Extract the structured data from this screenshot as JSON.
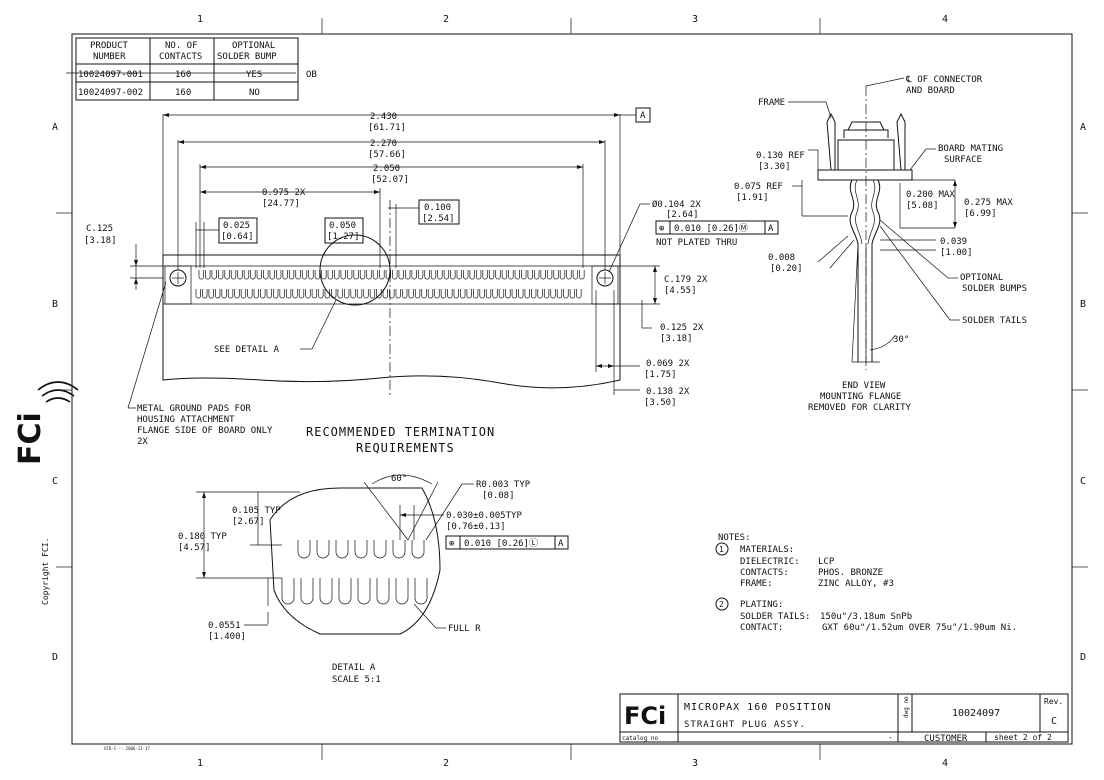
{
  "grid": {
    "columns": [
      "1",
      "2",
      "3",
      "4"
    ],
    "rows": [
      "A",
      "B",
      "C",
      "D"
    ]
  },
  "product_table": {
    "headers": [
      [
        "PRODUCT",
        "NUMBER"
      ],
      [
        "NO. OF",
        "CONTACTS"
      ],
      [
        "OPTIONAL",
        "SOLDER BUMP"
      ]
    ],
    "rows": [
      [
        "10024097-001",
        "160",
        "YES"
      ],
      [
        "10024097-002",
        "160",
        "NO"
      ]
    ],
    "revision_mark": "OB"
  },
  "datum_a": "A",
  "dimensions": {
    "overall": [
      "2.430",
      "[61.71]"
    ],
    "d2270": [
      "2.270",
      "[57.66]"
    ],
    "d2050": [
      "2.050",
      "[52.07]"
    ],
    "d0975": [
      "0.975 2X",
      "[24.77]"
    ],
    "d0025": [
      "0.025",
      "[0.64]"
    ],
    "d0050": [
      "0.050",
      "[1.27]"
    ],
    "d0100": [
      "0.100",
      "[2.54]"
    ],
    "d0125c": [
      "C.125",
      "[3.18]"
    ],
    "hole": [
      "Ø0.104 2X",
      "[2.64]"
    ],
    "hole_tol": [
      "⊕",
      "0.010 [0.26]Ⓜ",
      "A"
    ],
    "not_plated": "NOT PLATED THRU",
    "d0179": [
      "C.179 2X",
      "[4.55]"
    ],
    "d0125": [
      "0.125 2X",
      "[3.18]"
    ],
    "d0069": [
      "0.069 2X",
      "[1.75]"
    ],
    "d0138": [
      "0.138 2X",
      "[3.50]"
    ]
  },
  "callouts": {
    "see_detail": "SEE DETAIL  A",
    "metal_pads": [
      "METAL GROUND PADS FOR",
      "HOUSING ATTACHMENT",
      "FLANGE SIDE OF BOARD ONLY",
      "2X"
    ]
  },
  "recommended": [
    "RECOMMENDED TERMINATION",
    "REQUIREMENTS"
  ],
  "end_view": {
    "cl_label": [
      "℄ OF CONNECTOR",
      "AND BOARD"
    ],
    "frame": "FRAME",
    "board_mating": [
      "BOARD MATING",
      "SURFACE"
    ],
    "d0130": [
      "0.130 REF",
      "[3.30]"
    ],
    "d0075": [
      "0.075 REF",
      "[1.91]"
    ],
    "d0200": [
      "0.200 MAX",
      "[5.08]"
    ],
    "d0275": [
      "0.275 MAX",
      "[6.99]"
    ],
    "d0039": [
      "0.039",
      "[1.00]"
    ],
    "d0008": [
      "0.008",
      "[0.20]"
    ],
    "solder_bumps": [
      "OPTIONAL",
      "SOLDER BUMPS"
    ],
    "solder_tails": "SOLDER TAILS",
    "angle": "30°",
    "caption": [
      "END VIEW",
      "MOUNTING FLANGE",
      "REMOVED FOR CLARITY"
    ]
  },
  "detail_a": {
    "angle": "60°",
    "r0003": [
      "R0.003 TYP",
      "[0.08]"
    ],
    "d0105": [
      "0.105 TYP",
      "[2.67]"
    ],
    "d0180": [
      "0.180 TYP",
      "[4.57]"
    ],
    "d0030": [
      "0.030±0.005TYP",
      "[0.76±0.13]"
    ],
    "tol": [
      "⊕",
      "0.010 [0.26]Ⓛ",
      "A"
    ],
    "d0055": [
      "0.0551",
      "[1.400]"
    ],
    "full_r": "FULL R",
    "caption": [
      "DETAIL  A",
      "SCALE  5:1"
    ]
  },
  "notes": {
    "heading": "NOTES:",
    "n1": "1",
    "materials": "MATERIALS:",
    "dielectric": [
      "DIELECTRIC:",
      "LCP"
    ],
    "contacts": [
      "CONTACTS:",
      "PHOS. BRONZE"
    ],
    "frame": [
      "FRAME:",
      "ZINC ALLOY, #3"
    ],
    "n2": "2",
    "plating": "PLATING:",
    "solder_tails": [
      "SOLDER TAILS:",
      "150u\"/3.18um SnPb"
    ],
    "contact": [
      "CONTACT:",
      "GXT 60u\"/1.52um OVER 75u\"/1.90um Ni."
    ]
  },
  "title_block": {
    "logo": "FCi",
    "catalog": "catalog no",
    "title1": "MICROPAX 160 POSITION",
    "title2": "STRAIGHT PLUG ASSY.",
    "dwg_label": "dwg no",
    "dwg_no": "10024097",
    "rev_label": "Rev.",
    "rev": "C",
    "dash": "-",
    "customer": "CUSTOMER",
    "sheet": "sheet 2 of 2"
  },
  "copyright": "Copyright FCI.",
  "side_logo": "FCi",
  "footer_code": "GTD-1 -- 2006-11-17"
}
